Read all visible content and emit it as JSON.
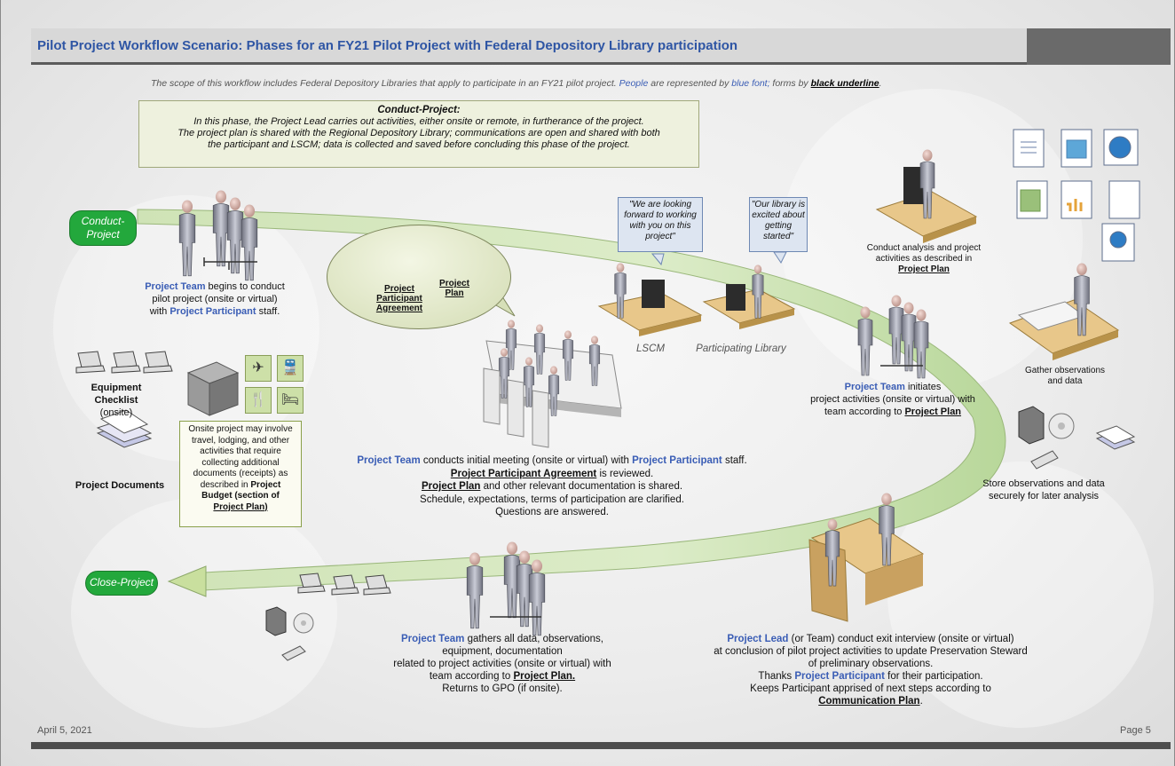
{
  "title": "Pilot Project Workflow Scenario: Phases for an FY21 Pilot Project with Federal Depository Library participation",
  "scope": {
    "part1": "The scope of this workflow includes Federal Depository Libraries that apply to participate in an FY21 pilot project.",
    "people": "People",
    "part2": "are represented by",
    "blue_font": "blue font;",
    "part3": "forms by",
    "black_underline": "black underline",
    "end": "."
  },
  "phase": {
    "heading": "Conduct-Project:",
    "line1": "In this phase, the Project Lead carries out activities, either onsite or remote, in furtherance of the project.",
    "line2": "The project plan is shared with the Regional Depository Library; communications are open and shared with both",
    "line3": "the participant and LSCM; data is collected and saved before concluding this phase of the project."
  },
  "pills": {
    "conduct_line1": "Conduct-",
    "conduct_line2": "Project",
    "close": "Close-Project"
  },
  "team_begins": {
    "who": "Project Team",
    "t1": "begins to conduct",
    "t2": "pilot project (onsite or virtual)",
    "t3": "with",
    "participant": "Project Participant",
    "t4": "staff."
  },
  "bubble": {
    "agreement_1": "Project",
    "agreement_2": "Participant",
    "agreement_3": "Agreement",
    "plan_1": "Project",
    "plan_2": "Plan"
  },
  "quotes": {
    "lscm_1": "\"We are looking",
    "lscm_2": "forward to working",
    "lscm_3": "with you on this",
    "lscm_4": "project\"",
    "lib_1": "\"Our library is",
    "lib_2": "excited about",
    "lib_3": "getting",
    "lib_4": "started\""
  },
  "labels": {
    "lscm": "LSCM",
    "library": "Participating Library"
  },
  "analysis": {
    "l1": "Conduct analysis and project",
    "l2": "activities as described in",
    "doc": "Project Plan"
  },
  "gather": {
    "l1": "Gather observations",
    "l2": "and data"
  },
  "initiates": {
    "who": "Project Team",
    "t1": "initiates",
    "t2": "project activities (onsite or virtual) with",
    "t3": "team according to",
    "doc": "Project Plan"
  },
  "store": {
    "l1": "Store observations and data",
    "l2": "securely for later analysis"
  },
  "equipment": {
    "l1": "Equipment",
    "l2": "Checklist",
    "l3": "(onsite)"
  },
  "documents": "Project Documents",
  "onsite": {
    "l1": "Onsite project may involve",
    "l2": "travel, lodging, and other",
    "l3": "activities that require",
    "l4": "collecting additional",
    "l5": "documents (receipts) as",
    "l6": "described in",
    "b1": "Project",
    "b2": "Budget (section of",
    "b3": "Project Plan)"
  },
  "meeting": {
    "who": "Project Team",
    "t1": "conducts initial meeting (onsite or virtual) with",
    "participant": "Project Participant",
    "t2": "staff.",
    "agreement": "Project Participant Agreement",
    "t3": "is reviewed.",
    "plan": "Project Plan",
    "t4": "and other relevant documentation is shared.",
    "t5": "Schedule, expectations, terms of participation are clarified.",
    "t6": "Questions are answered."
  },
  "gathers": {
    "who": "Project Team",
    "t1": "gathers all data, observations,",
    "t2": "equipment, documentation",
    "t3": "related to project activities (onsite or virtual) with",
    "t4": "team according to",
    "plan": "Project Plan.",
    "t5": "Returns to GPO (if onsite)."
  },
  "exit": {
    "who": "Project Lead",
    "t1": "(or Team) conduct exit interview (onsite or virtual)",
    "t2": "at conclusion of pilot project activities to update Preservation Steward",
    "t3": "of preliminary observations.",
    "t4": "Thanks",
    "participant": "Project Participant",
    "t5": "for their participation.",
    "t6": "Keeps Participant apprised of next steps according to",
    "doc": "Communication Plan",
    "t7": "."
  },
  "footer": {
    "date": "April 5, 2021",
    "page": "Page 5"
  },
  "colors": {
    "people_blue": "#3a5db5",
    "pill_green": "#23a83c",
    "title_blue": "#2e55a4"
  }
}
